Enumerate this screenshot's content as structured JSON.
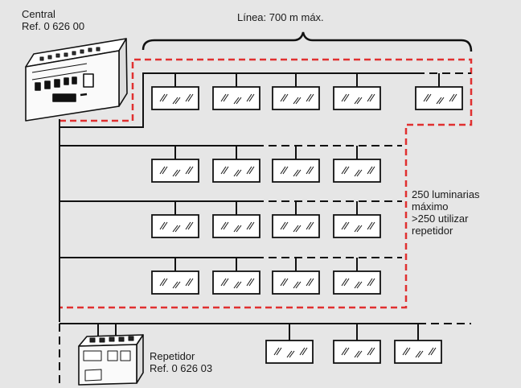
{
  "central": {
    "title": "Central",
    "ref": "Ref. 0 626 00"
  },
  "line_length": "Línea: 700 m máx.",
  "luminaires_note": [
    "250 luminarias",
    "máximo",
    ">250 utilizar",
    "repetidor"
  ],
  "repeater": {
    "title": "Repetidor",
    "ref": "Ref. 0 626 03"
  },
  "colors": {
    "background": "#e6e6e6",
    "line": "#111111",
    "zone_border": "#e03030"
  },
  "icons": [
    "central-unit-device",
    "repeater-device",
    "luminaire-icon",
    "brace-icon"
  ]
}
